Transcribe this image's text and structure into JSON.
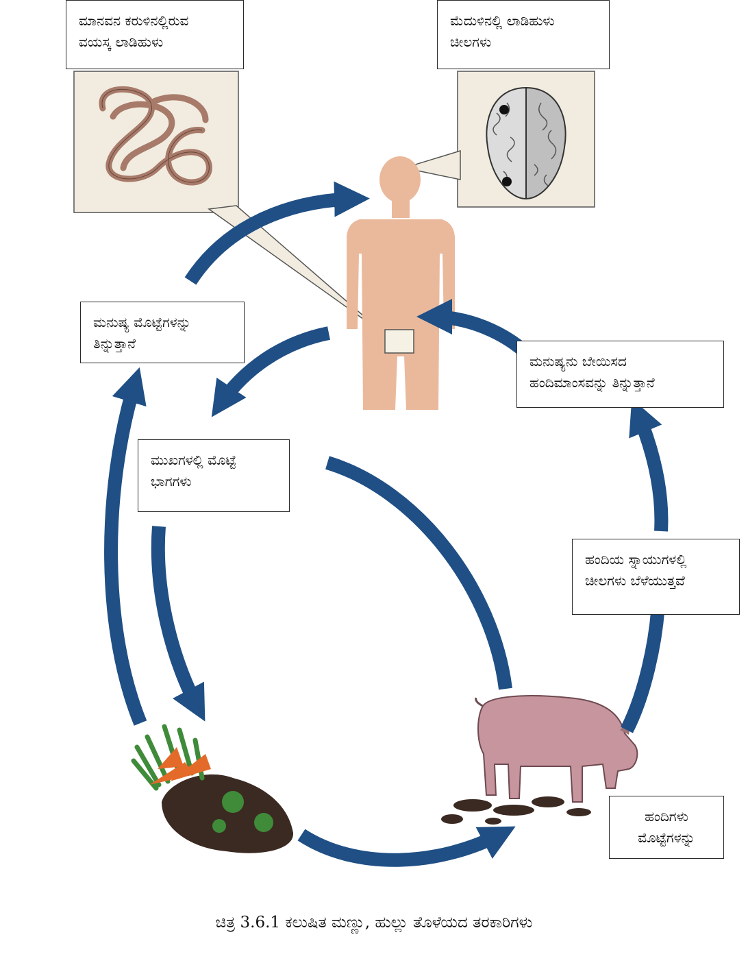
{
  "colors": {
    "arrow": "#1f4f85",
    "skin": "#eab99c",
    "pig": "#c7959e",
    "worm": "#a77a6a",
    "panel": "#f1ecdf",
    "soil": "#3b2a22",
    "carrot": "#e46a2a",
    "leaf": "#3f8b3a"
  },
  "labels": {
    "adult_worms": "ಮಾನವನ ಕರುಳಿನಲ್ಲಿರುವ\nವಯಸ್ಕ ಲಾಡಿಹುಳು",
    "brain_cysts": "ಮೆದುಳಿನಲ್ಲಿ ಲಾಡಿಹುಳು\nಚೀಲಗಳು",
    "human_eats_eggs": "ಮನುಷ್ಯ ಮೊಟ್ಟೆಗಳನ್ನು\nತಿನ್ನುತ್ತಾನೆ",
    "human_eats_pork": "ಮನುಷ್ಯನು ಬೇಯಿಸದ\nಹಂದಿಮಾಂಸವನ್ನು ತಿನ್ನುತ್ತಾನೆ",
    "egg_segments": "ಮುಖಗಳಲ್ಲಿ ಮೊಟ್ಟೆ\nಭಾಗಗಳು",
    "pig_muscle_cysts": "ಹಂದಿಯ ಸ್ನಾಯುಗಳಲ್ಲಿ\nಚೀಲಗಳು ಬೆಳೆಯುತ್ತವೆ",
    "pigs_eggs": "ಹಂದಿಗಳು\nಮೊಟ್ಟೆಗಳನ್ನು"
  },
  "caption": "ಚಿತ್ರ 3.6.1 ಕಲುಷಿತ ಮಣ್ಣು, ಹುಲ್ಲು ತೊಳೆಯದ ತರಕಾರಿಗಳು"
}
